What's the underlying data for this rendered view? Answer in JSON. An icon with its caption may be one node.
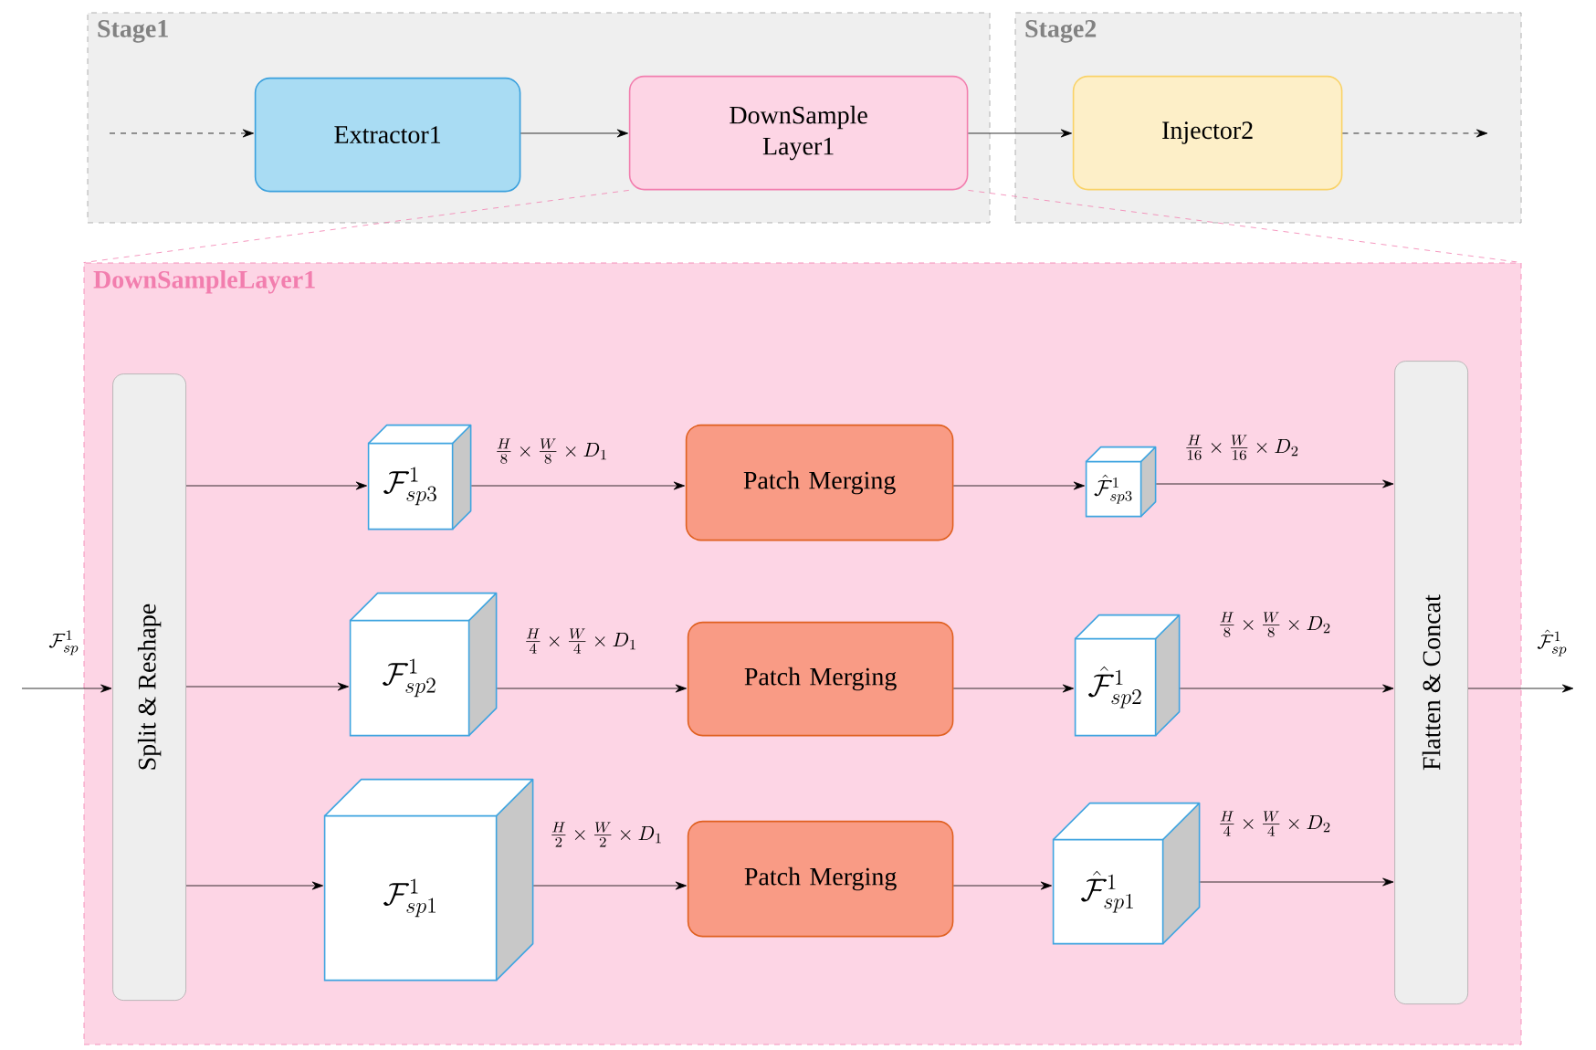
{
  "diagram": {
    "nodes": [
      {
        "text": [
          "Stage1"
        ]
      },
      {
        "text": [
          "Stage2"
        ]
      },
      {
        "text": [
          "Extractor1"
        ],
        "in": 0
      },
      {
        "text": [
          "DownSample Layer1"
        ],
        "in": 0
      },
      {
        "text": [
          "Injector2"
        ],
        "in": 1
      },
      {
        "text": [
          "DownSampleLayer1"
        ]
      },
      {
        "text": [
          "Split & Reshape"
        ],
        "in": 5
      },
      {
        "text": [
          "\\mathcal{F}^{1}_{sp3}"
        ],
        "in": 5
      },
      {
        "text": [
          "Patch Merging"
        ],
        "in": 5
      },
      {
        "text": [
          "\\hat{\\mathcal{F}}^{1}_{sp3}"
        ],
        "in": 5
      },
      {
        "text": [
          "Flatten & Concat"
        ],
        "in": 5
      },
      {
        "text": [
          "\\mathcal{F}^{1}_{sp2}"
        ],
        "in": 5
      },
      {
        "text": [
          "Patch Merging"
        ],
        "in": 5
      },
      {
        "text": [
          "\\hat{\\mathcal{F}}^{1}_{sp2}"
        ],
        "in": 5
      },
      {
        "text": [
          "\\mathcal{F}^{1}_{sp1}"
        ],
        "in": 5
      },
      {
        "text": [
          "Patch Merging"
        ],
        "in": 5
      },
      {
        "text": [
          "\\hat{\\mathcal{F}}^{1}_{sp1}"
        ],
        "in": 5
      }
    ],
    "edges": [
      {
        "from": null,
        "to": 2,
        "arrow": "to",
        "style": "dashed"
      },
      {
        "from": 2,
        "to": 3,
        "arrow": "to"
      },
      {
        "from": 3,
        "to": 4,
        "arrow": "to"
      },
      {
        "from": 4,
        "to": null,
        "arrow": "to",
        "style": "dashed"
      },
      {
        "from": 3,
        "to": 5,
        "arrow": "none",
        "style": "dashed",
        "color": "#f27eae"
      },
      {
        "from": 3,
        "to": 5,
        "arrow": "none",
        "style": "dashed",
        "color": "#f27eae"
      },
      {
        "from": null,
        "to": 6,
        "arrow": "to",
        "label": "\\mathcal{F}^{1}_{sp}"
      },
      {
        "from": 6,
        "to": 7,
        "arrow": "to"
      },
      {
        "from": 6,
        "to": 11,
        "arrow": "to"
      },
      {
        "from": 6,
        "to": 14,
        "arrow": "to"
      },
      {
        "from": 7,
        "to": 8,
        "arrow": "to",
        "label": "\\frac{H}{8}\\times\\frac{W}{8}\\times D_{1}"
      },
      {
        "from": 11,
        "to": 12,
        "arrow": "to",
        "label": "\\frac{H}{4}\\times\\frac{W}{4}\\times D_{1}"
      },
      {
        "from": 14,
        "to": 15,
        "arrow": "to",
        "label": "\\frac{H}{2}\\times\\frac{W}{2}\\times D_{1}"
      },
      {
        "from": 8,
        "to": 9,
        "arrow": "to"
      },
      {
        "from": 12,
        "to": 13,
        "arrow": "to"
      },
      {
        "from": 15,
        "to": 16,
        "arrow": "to"
      },
      {
        "from": 9,
        "to": 10,
        "arrow": "to",
        "label": "\\frac{H}{16}\\times\\frac{W}{16}\\times D_{2}"
      },
      {
        "from": 13,
        "to": 10,
        "arrow": "to",
        "label": "\\frac{H}{8}\\times\\frac{W}{8}\\times D_{2}"
      },
      {
        "from": 16,
        "to": 10,
        "arrow": "to",
        "label": "\\frac{H}{4}\\times\\frac{W}{4}\\times D_{2}"
      },
      {
        "from": 10,
        "to": null,
        "arrow": "to",
        "label": "\\hat{\\mathcal{F}}^{1}_{sp}"
      }
    ]
  }
}
